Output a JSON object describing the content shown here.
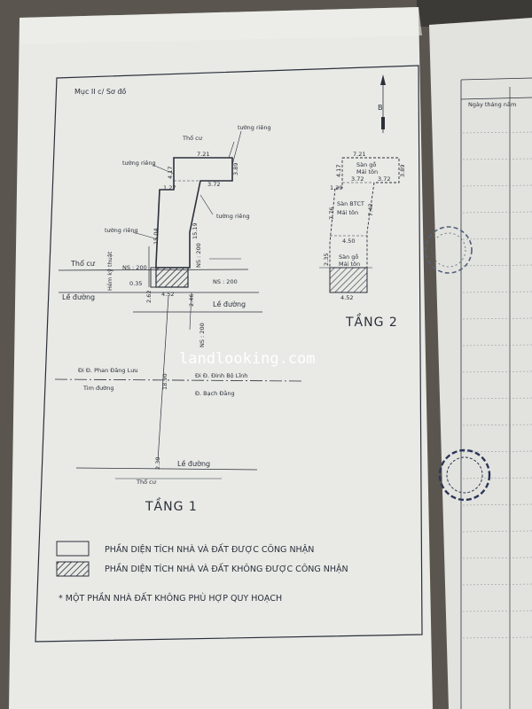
{
  "section_title": "Mục II c/ Sơ đồ",
  "north_label": "B",
  "watermark": "landlooking.com",
  "floor1": {
    "title": "TẦNG 1",
    "labels": {
      "tho_cu_top": "Thổ cư",
      "tuong_rieng_1": "tường riêng",
      "tuong_rieng_2": "tường riêng",
      "tuong_rieng_3": "tường riêng",
      "tuong_rieng_4": "tường riêng",
      "tho_cu_left": "Thổ cư",
      "hem": "Hẻm kỹ thuật",
      "ns_left": "NS : 200",
      "ns_right": "NS : 200",
      "ns_vert": "NS : 200",
      "le_duong_1": "Lề đường",
      "le_duong_2": "Lề đường",
      "di_phan_dang_luu": "Đi Đ. Phan Đăng Lưu",
      "tim_duong": "Tim đường",
      "di_dinh_bo_linh": "Đi Đ. Đinh Bộ Lĩnh",
      "d_bach_dang": "Đ. Bạch Đằng",
      "le_duong_bottom": "Lề đường",
      "tho_cu_bottom": "Thổ cư",
      "ns_road": "NS : 200"
    },
    "dims": {
      "d721": "7.21",
      "d417": "4.17",
      "d389": "3.89",
      "d127": "1.27",
      "d372": "3.72",
      "d1504": "15.04",
      "d1519": "15.19",
      "d035": "0.35",
      "d452": "4.52",
      "d262": "2.62",
      "d246": "2.46",
      "d1890": "18.90",
      "d230": "2.30"
    }
  },
  "floor2": {
    "title": "TẦNG 2",
    "labels": {
      "san_go_1": "Sàn gỗ",
      "mai_ton_1": "Mái tôn",
      "san_btct": "Sàn BTCT",
      "mai_ton_2": "Mái tôn",
      "san_go_2": "Sàn gỗ",
      "mai_ton_3": "Mái tôn"
    },
    "dims": {
      "d721": "7.21",
      "d417": "4.17",
      "d389": "3.89",
      "d129": "1.29",
      "d372": "3.72",
      "d776": "7.76",
      "d742": "7.42",
      "d450": "4.50",
      "d235": "2.35",
      "d452": "4.52"
    }
  },
  "side_table": {
    "header": "Ngày tháng năm"
  },
  "legend": {
    "item1": "PHẦN DIỆN TÍCH NHÀ VÀ ĐẤT ĐƯỢC CÔNG NHẬN",
    "item2": "PHẦN DIỆN TÍCH NHÀ VÀ ĐẤT KHÔNG ĐƯỢC CÔNG NHẬN",
    "note": "* MỘT PHẦN NHÀ ĐẤT KHÔNG PHÙ HỢP QUY HOẠCH"
  }
}
